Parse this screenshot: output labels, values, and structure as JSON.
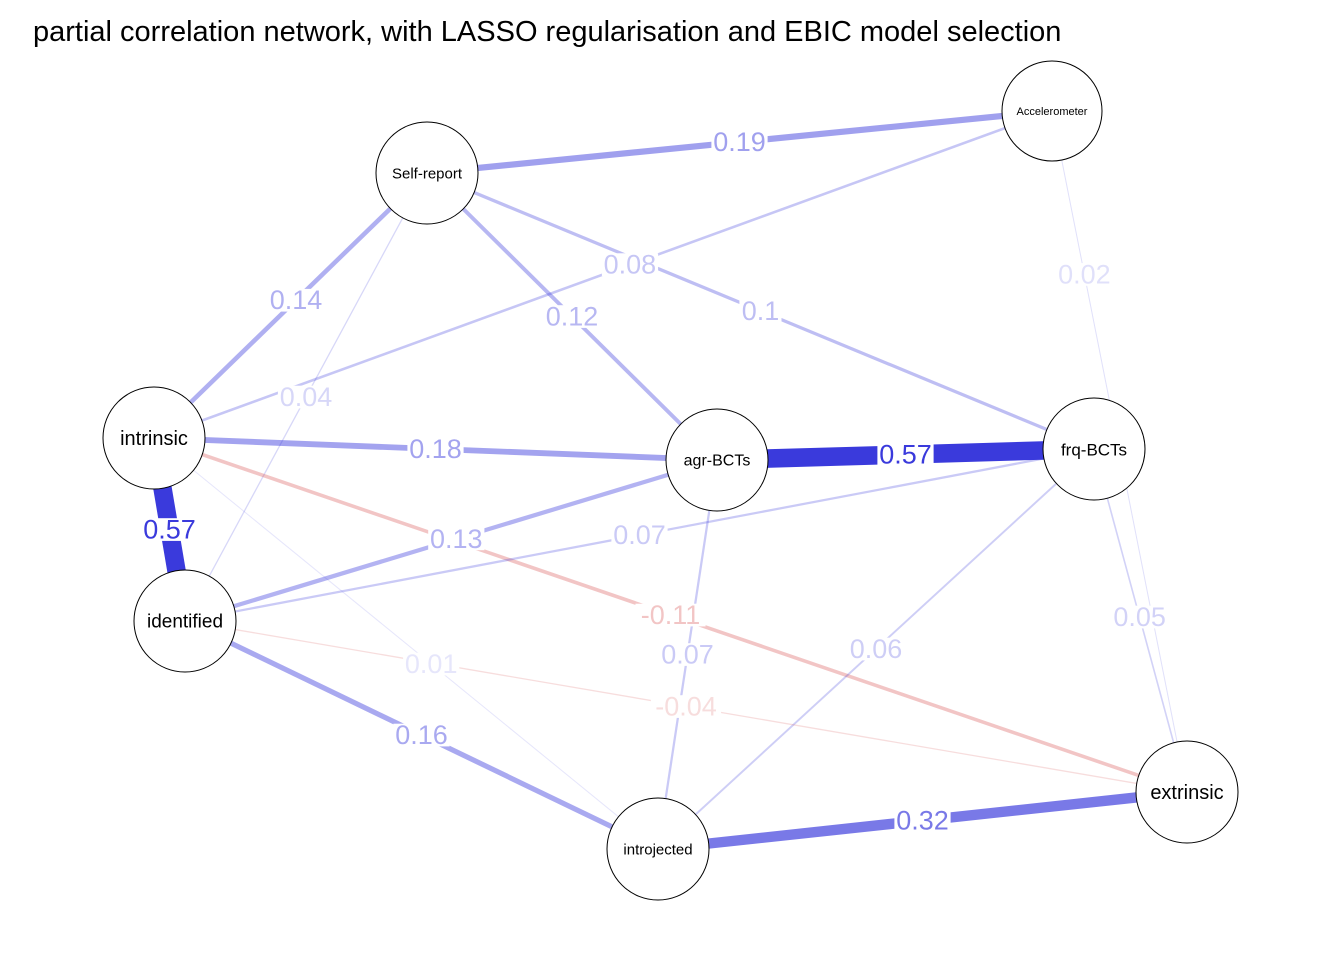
{
  "title": "partial correlation network, with LASSO regularisation and EBIC model selection",
  "colors": {
    "positive": "#3a3adc",
    "negative": "#d95a5a",
    "node_fill": "#ffffff",
    "node_stroke": "#000000"
  },
  "nodes": [
    {
      "id": "accelerometer",
      "label": "Accelerometer"
    },
    {
      "id": "self_report",
      "label": "Self-report"
    },
    {
      "id": "intrinsic",
      "label": "intrinsic"
    },
    {
      "id": "agr_bcts",
      "label": "agr-BCTs"
    },
    {
      "id": "frq_bcts",
      "label": "frq-BCTs"
    },
    {
      "id": "identified",
      "label": "identified"
    },
    {
      "id": "extrinsic",
      "label": "extrinsic"
    },
    {
      "id": "introjected",
      "label": "introjected"
    }
  ],
  "edges": [
    {
      "from": "self_report",
      "to": "accelerometer",
      "weight": 0.19,
      "label": "0.19"
    },
    {
      "from": "intrinsic",
      "to": "accelerometer",
      "weight": 0.08,
      "label": "0.08"
    },
    {
      "from": "accelerometer",
      "to": "extrinsic",
      "weight": 0.02,
      "label": "0.02"
    },
    {
      "from": "self_report",
      "to": "intrinsic",
      "weight": 0.14,
      "label": "0.14"
    },
    {
      "from": "self_report",
      "to": "agr_bcts",
      "weight": 0.12,
      "label": "0.12"
    },
    {
      "from": "self_report",
      "to": "frq_bcts",
      "weight": 0.1,
      "label": "0.1"
    },
    {
      "from": "self_report",
      "to": "identified",
      "weight": 0.04,
      "label": "0.04"
    },
    {
      "from": "intrinsic",
      "to": "agr_bcts",
      "weight": 0.18,
      "label": "0.18"
    },
    {
      "from": "intrinsic",
      "to": "identified",
      "weight": 0.57,
      "label": "0.57"
    },
    {
      "from": "intrinsic",
      "to": "extrinsic",
      "weight": -0.11,
      "label": "-0.11"
    },
    {
      "from": "intrinsic",
      "to": "introjected",
      "weight": 0.01,
      "label": "0.01"
    },
    {
      "from": "agr_bcts",
      "to": "frq_bcts",
      "weight": 0.57,
      "label": "0.57"
    },
    {
      "from": "agr_bcts",
      "to": "identified",
      "weight": 0.13,
      "label": "0.13"
    },
    {
      "from": "agr_bcts",
      "to": "introjected",
      "weight": 0.07,
      "label": "0.07"
    },
    {
      "from": "frq_bcts",
      "to": "identified",
      "weight": 0.07,
      "label": "0.07"
    },
    {
      "from": "frq_bcts",
      "to": "introjected",
      "weight": 0.06,
      "label": "0.06"
    },
    {
      "from": "frq_bcts",
      "to": "extrinsic",
      "weight": 0.05,
      "label": "0.05"
    },
    {
      "from": "identified",
      "to": "introjected",
      "weight": 0.16,
      "label": "0.16"
    },
    {
      "from": "identified",
      "to": "extrinsic",
      "weight": -0.04,
      "label": "-0.04"
    },
    {
      "from": "introjected",
      "to": "extrinsic",
      "weight": 0.32,
      "label": "0.32"
    }
  ]
}
